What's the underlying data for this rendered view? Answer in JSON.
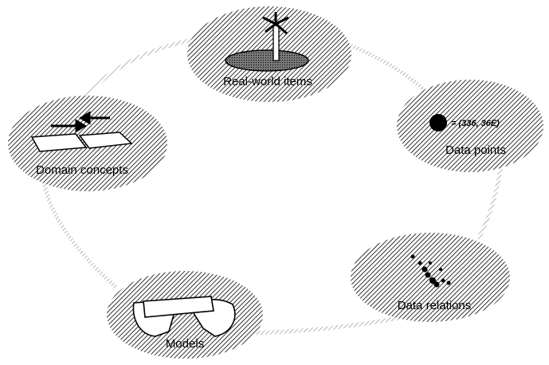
{
  "diagram": {
    "nodes": {
      "real_world": {
        "label": "Real-world items"
      },
      "data_points": {
        "label": "Data points",
        "value_text": "= (336, 36E)"
      },
      "data_relations": {
        "label": "Data relations"
      },
      "models": {
        "label": "Models"
      },
      "domain_concepts": {
        "label": "Domain concepts"
      }
    }
  },
  "colors": {
    "ink": "#000000",
    "background": "#ffffff"
  }
}
